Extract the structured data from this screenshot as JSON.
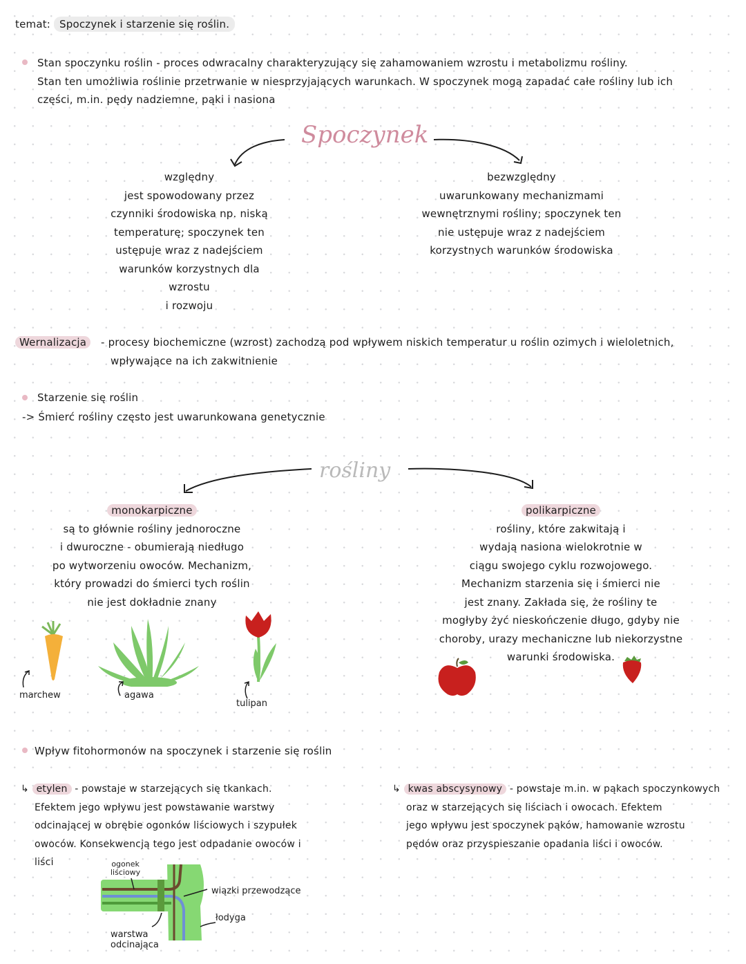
{
  "header": {
    "label": "temat:",
    "topic": "Spoczynek i starzenie się roślin."
  },
  "intro": [
    "Stan spoczynku roślin - proces odwracalny charakteryzujący się zahamowaniem wzrostu i metabolizmu rośliny.",
    "Stan ten umożliwia roślinie przetrwanie w niesprzyjających warunkach. W spoczynek mogą zapadać całe rośliny lub ich",
    "części, m.in. pędy nadziemne, pąki i nasiona"
  ],
  "dormancy": {
    "title": "Spoczynek",
    "relative": {
      "heading": "względny",
      "lines": [
        "jest spowodowany przez",
        "czynniki środowiska np. niską",
        "temperaturę; spoczynek ten",
        "ustępuje wraz z nadejściem",
        "warunków korzystnych dla wzrostu",
        "i rozwoju"
      ]
    },
    "absolute": {
      "heading": "bezwzględny",
      "lines": [
        "uwarunkowany mechanizmami",
        "wewnętrznymi rośliny; spoczynek ten",
        "nie ustępuje wraz z nadejściem",
        "korzystnych warunków środowiska"
      ]
    }
  },
  "vernalization": {
    "term": "Wernalizacja",
    "lines": [
      "- procesy biochemiczne (wzrost) zachodzą pod wpływem niskich temperatur u roślin ozimych i wieloletnich,",
      "wpływające na ich zakwitnienie"
    ]
  },
  "aging": {
    "title": "Starzenie się roślin",
    "note": "-> Śmierć rośliny często jest uwarunkowana genetycznie"
  },
  "plants": {
    "title": "rośliny",
    "mono": {
      "heading": "monokarpiczne",
      "lines": [
        "są to głównie rośliny jednoroczne",
        "i dwuroczne - obumierają niedługo",
        "po wytworzeniu owoców. Mechanizm,",
        "który prowadzi do śmierci tych roślin",
        "nie jest dokładnie znany"
      ],
      "examples": [
        "marchew",
        "agawa",
        "tulipan"
      ]
    },
    "poly": {
      "heading": "polikarpiczne",
      "lines": [
        "rośliny, które zakwitają i",
        "wydają nasiona wielokrotnie w",
        "ciągu swojego cyklu rozwojowego.",
        "Mechanizm starzenia się i śmierci nie",
        "jest znany. Zakłada się, że rośliny te",
        "mogłyby żyć nieskończenie długo, gdyby nie",
        "choroby, urazy mechaniczne lub niekorzystne",
        "warunki środowiska."
      ]
    }
  },
  "hormones": {
    "title": "Wpływ fitohormonów na spoczynek i starzenie się roślin",
    "ethylene": {
      "prefix": "↳",
      "term": "etylen",
      "lines": [
        "- powstaje w starzejących się tkankach.",
        "Efektem jego wpływu jest powstawanie warstwy",
        "odcinającej w obrębie ogonków liściowych i szypułek",
        "owoców. Konsekwencją tego jest odpadanie owoców i",
        "liści"
      ]
    },
    "aba": {
      "prefix": "↳",
      "term": "kwas abscysynowy",
      "lines": [
        "- powstaje m.in. w pąkach spoczynkowych",
        "oraz w starzejących się liściach i owocach. Efektem",
        "jego wpływu jest spoczynek pąków, hamowanie wzrostu",
        "pędów oraz przyspieszanie opadania liści i owoców."
      ]
    },
    "diagram": {
      "petiole": [
        "ogonek",
        "liściowy"
      ],
      "bundles": "wiązki przewodzące",
      "stem": "łodyga",
      "layer": [
        "warstwa",
        "odcinająca"
      ]
    }
  },
  "colors": {
    "pink": "#cf8b9d",
    "highlight": "#eed7dc",
    "green": "#7ec96a",
    "red": "#c8201e",
    "orange": "#f4b03a"
  }
}
